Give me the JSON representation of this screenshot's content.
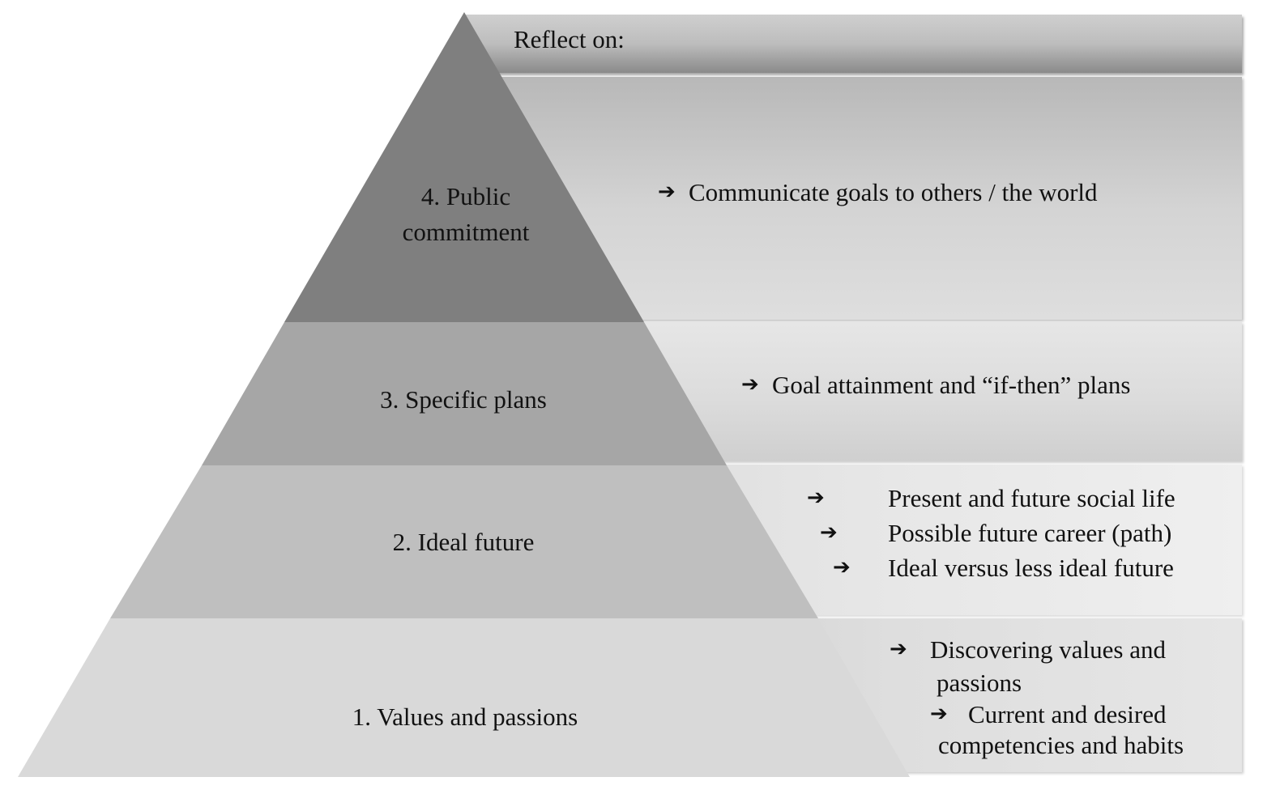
{
  "header": {
    "label": "Reflect on:"
  },
  "levels": {
    "level4": {
      "label_line1": "4. Public",
      "label_line2": "commitment",
      "items": [
        "Communicate goals to others / the world"
      ]
    },
    "level3": {
      "label": "3. Specific plans",
      "items": [
        "Goal attainment and “if-then” plans"
      ]
    },
    "level2": {
      "label": "2. Ideal future",
      "items": [
        "Present and future social life",
        "Possible future career (path)",
        "Ideal versus less ideal future"
      ]
    },
    "level1": {
      "label": "1. Values and passions",
      "items": [
        "Discovering values and",
        "passions",
        "Current and desired",
        "competencies and habits"
      ]
    }
  },
  "arrow_glyph": "➔",
  "colors": {
    "tier4": "#7f7f7f",
    "tier3": "#a6a6a6",
    "tier2": "#bfbfbf",
    "tier1": "#d9d9d9"
  }
}
